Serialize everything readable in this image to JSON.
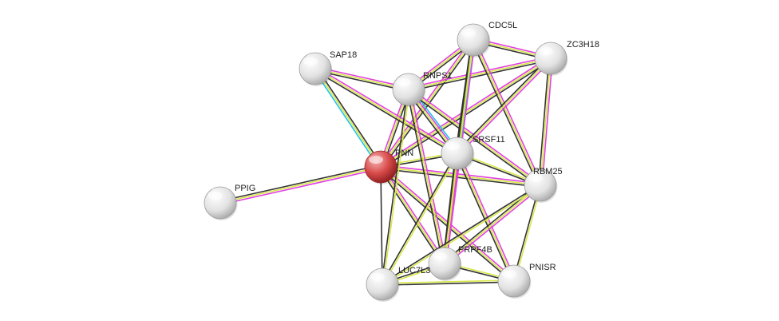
{
  "network": {
    "nodes": [
      {
        "id": "PNN",
        "label": "PNN",
        "query": true,
        "color": "#d84a4a"
      },
      {
        "id": "SAP18",
        "label": "SAP18",
        "query": false,
        "color": "#e6e6e6"
      },
      {
        "id": "RNPS1",
        "label": "RNPS1",
        "query": false,
        "color": "#e6e6e6"
      },
      {
        "id": "CDC5L",
        "label": "CDC5L",
        "query": false,
        "color": "#e6e6e6"
      },
      {
        "id": "ZC3H18",
        "label": "ZC3H18",
        "query": false,
        "color": "#e6e6e6"
      },
      {
        "id": "SRSF11",
        "label": "SRSF11",
        "query": false,
        "color": "#e6e6e6"
      },
      {
        "id": "RBM25",
        "label": "RBM25",
        "query": false,
        "color": "#e6e6e6"
      },
      {
        "id": "PPIG",
        "label": "PPIG",
        "query": false,
        "color": "#e6e6e6"
      },
      {
        "id": "PRPF4B",
        "label": "PRPF4B",
        "query": false,
        "color": "#e6e6e6"
      },
      {
        "id": "LUC7L3",
        "label": "LUC7L3",
        "query": false,
        "color": "#e6e6e6"
      },
      {
        "id": "PNISR",
        "label": "PNISR",
        "query": false,
        "color": "#e6e6e6"
      }
    ],
    "evidence_colors": {
      "cooccurrence": "#22c4e8",
      "database": "#e040e0",
      "textmining": "#d8e848",
      "coexpression": "#333333",
      "experiment": "#e040e0"
    },
    "edges": [
      {
        "a": "PNN",
        "b": "SAP18",
        "types": [
          "cooccurrence",
          "textmining",
          "coexpression"
        ]
      },
      {
        "a": "PNN",
        "b": "RNPS1",
        "types": [
          "database",
          "textmining",
          "coexpression"
        ]
      },
      {
        "a": "PNN",
        "b": "CDC5L",
        "types": [
          "database",
          "textmining",
          "coexpression"
        ]
      },
      {
        "a": "PNN",
        "b": "ZC3H18",
        "types": [
          "database",
          "textmining",
          "coexpression"
        ]
      },
      {
        "a": "PNN",
        "b": "SRSF11",
        "types": [
          "textmining",
          "coexpression"
        ]
      },
      {
        "a": "PNN",
        "b": "RBM25",
        "types": [
          "database",
          "textmining",
          "coexpression"
        ]
      },
      {
        "a": "PNN",
        "b": "PPIG",
        "types": [
          "database",
          "textmining",
          "coexpression"
        ]
      },
      {
        "a": "PNN",
        "b": "PRPF4B",
        "types": [
          "database",
          "textmining",
          "coexpression"
        ]
      },
      {
        "a": "PNN",
        "b": "LUC7L3",
        "types": [
          "coexpression"
        ]
      },
      {
        "a": "PNN",
        "b": "PNISR",
        "types": [
          "database",
          "textmining",
          "coexpression"
        ]
      },
      {
        "a": "SAP18",
        "b": "RNPS1",
        "types": [
          "database",
          "textmining",
          "coexpression"
        ]
      },
      {
        "a": "SAP18",
        "b": "SRSF11",
        "types": [
          "database",
          "textmining",
          "coexpression"
        ]
      },
      {
        "a": "RNPS1",
        "b": "CDC5L",
        "types": [
          "database",
          "textmining",
          "coexpression"
        ]
      },
      {
        "a": "RNPS1",
        "b": "ZC3H18",
        "types": [
          "database",
          "textmining",
          "coexpression"
        ]
      },
      {
        "a": "RNPS1",
        "b": "SRSF11",
        "types": [
          "cooccurrence",
          "database",
          "textmining",
          "coexpression"
        ]
      },
      {
        "a": "RNPS1",
        "b": "RBM25",
        "types": [
          "database",
          "textmining",
          "coexpression"
        ]
      },
      {
        "a": "RNPS1",
        "b": "PRPF4B",
        "types": [
          "database",
          "textmining",
          "coexpression"
        ]
      },
      {
        "a": "RNPS1",
        "b": "LUC7L3",
        "types": [
          "textmining",
          "coexpression"
        ]
      },
      {
        "a": "CDC5L",
        "b": "ZC3H18",
        "types": [
          "database",
          "textmining",
          "coexpression"
        ]
      },
      {
        "a": "CDC5L",
        "b": "SRSF11",
        "types": [
          "cooccurrence",
          "textmining",
          "coexpression"
        ]
      },
      {
        "a": "CDC5L",
        "b": "RBM25",
        "types": [
          "database",
          "textmining",
          "coexpression"
        ]
      },
      {
        "a": "CDC5L",
        "b": "PRPF4B",
        "types": [
          "database",
          "textmining",
          "coexpression"
        ]
      },
      {
        "a": "ZC3H18",
        "b": "SRSF11",
        "types": [
          "database",
          "textmining",
          "coexpression"
        ]
      },
      {
        "a": "ZC3H18",
        "b": "RBM25",
        "types": [
          "database",
          "textmining",
          "coexpression"
        ]
      },
      {
        "a": "SRSF11",
        "b": "RBM25",
        "types": [
          "textmining",
          "coexpression"
        ]
      },
      {
        "a": "SRSF11",
        "b": "PRPF4B",
        "types": [
          "database",
          "textmining",
          "coexpression"
        ]
      },
      {
        "a": "SRSF11",
        "b": "LUC7L3",
        "types": [
          "textmining",
          "coexpression"
        ]
      },
      {
        "a": "SRSF11",
        "b": "PNISR",
        "types": [
          "database",
          "textmining",
          "coexpression"
        ]
      },
      {
        "a": "RBM25",
        "b": "PRPF4B",
        "types": [
          "database",
          "textmining",
          "coexpression"
        ]
      },
      {
        "a": "RBM25",
        "b": "LUC7L3",
        "types": [
          "textmining",
          "coexpression"
        ]
      },
      {
        "a": "RBM25",
        "b": "PNISR",
        "types": [
          "textmining",
          "coexpression"
        ]
      },
      {
        "a": "PRPF4B",
        "b": "LUC7L3",
        "types": [
          "textmining",
          "coexpression"
        ]
      },
      {
        "a": "PRPF4B",
        "b": "PNISR",
        "types": [
          "textmining",
          "coexpression"
        ]
      },
      {
        "a": "LUC7L3",
        "b": "PNISR",
        "types": [
          "textmining",
          "coexpression"
        ]
      }
    ]
  }
}
